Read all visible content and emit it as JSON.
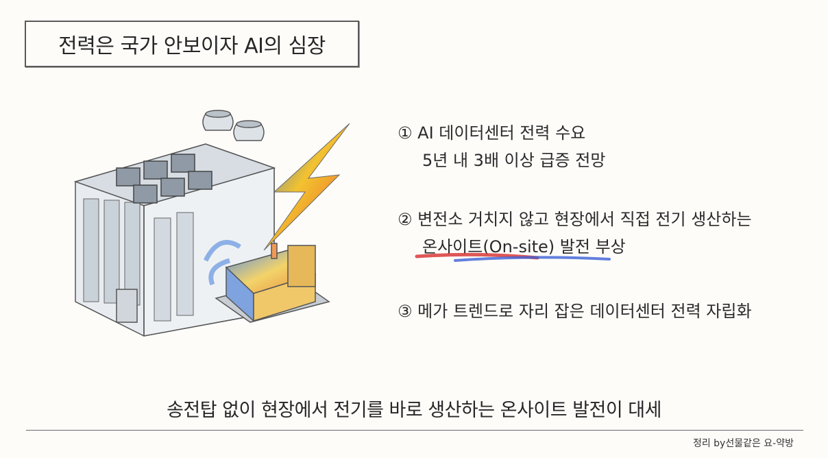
{
  "title": "전력은 국가 안보이자 AI의 심장",
  "points": [
    {
      "marker": "①",
      "line1": "AI 데이터센터 전력 수요",
      "line2": "5년 내 3배 이상 급증 전망"
    },
    {
      "marker": "②",
      "line1": "변전소 거치지 않고 현장에서 직접 전기 생산하는",
      "line2": "온사이트(On-site) 발전 부상"
    },
    {
      "marker": "③",
      "line1": "메가 트렌드로 자리 잡은 데이터센터 전력 자립화"
    }
  ],
  "summary": "송전탑 없이 현장에서 전기를 바로 생산하는 온사이트 발전이 대세",
  "credit": "정리 by선물같은 요-약방",
  "illustration": {
    "subject": "data center with cooling towers, lightning bolt and on-site generator",
    "icons": [
      "data-center-icon",
      "cooling-tower-icon",
      "lightning-icon",
      "generator-icon"
    ]
  },
  "colors": {
    "highlight_red": "#d83a3a",
    "highlight_blue": "#3b5fd6",
    "lightning_yellow": "#f2c230",
    "lightning_blue": "#2f6ee0"
  }
}
